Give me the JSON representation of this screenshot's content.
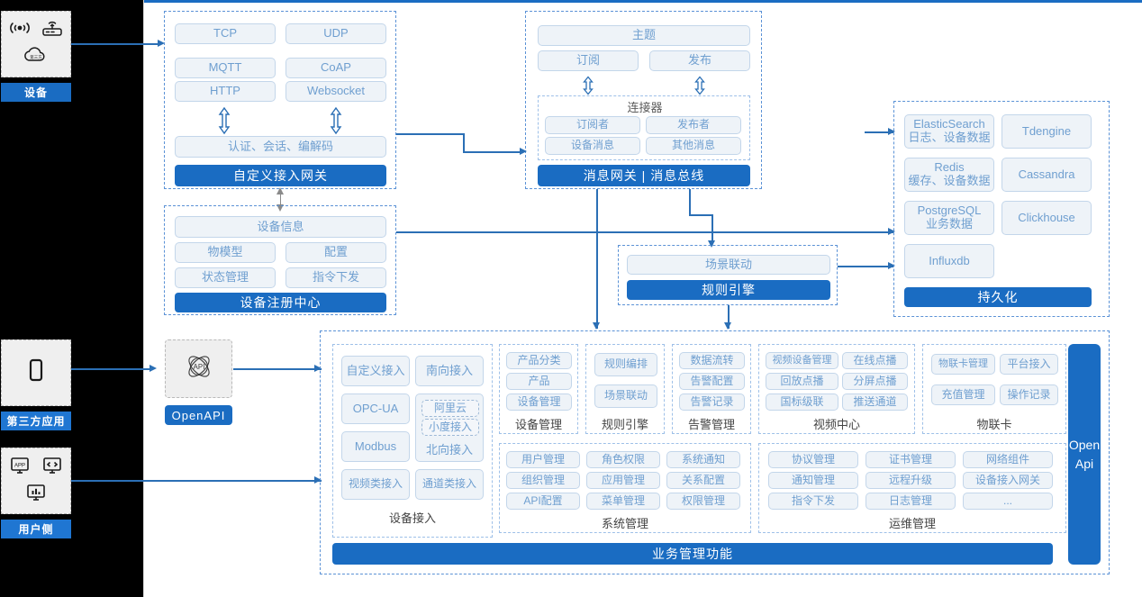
{
  "left_rail": {
    "actors": [
      {
        "name": "device",
        "label": "设备",
        "icons": [
          "signal-icon",
          "router-icon",
          "cloud-icon"
        ]
      },
      {
        "name": "third-party-app",
        "label": "第三方应用",
        "icons": [
          "mobile-icon"
        ]
      },
      {
        "name": "user-side",
        "label": "用户侧",
        "icons": [
          "app-window-icon",
          "code-window-icon",
          "dashboard-window-icon"
        ]
      }
    ]
  },
  "access_gateway": {
    "protocols": [
      "TCP",
      "UDP",
      "MQTT",
      "CoAP",
      "HTTP",
      "Websocket"
    ],
    "middle": "认证、会话、编解码",
    "title": "自定义接入网关"
  },
  "message_gateway": {
    "topic": "主题",
    "subscribe": "订阅",
    "publish": "发布",
    "connector_title": "连接器",
    "connector_items": [
      "订阅者",
      "发布者",
      "设备消息",
      "其他消息"
    ],
    "title": "消息网关 | 消息总线"
  },
  "device_registry": {
    "info": "设备信息",
    "items": [
      "物模型",
      "配置",
      "状态管理",
      "指令下发"
    ],
    "title": "设备注册中心"
  },
  "rule_engine": {
    "scene": "场景联动",
    "title": "规则引擎"
  },
  "persistence": {
    "stores": [
      {
        "name": "ElasticSearch",
        "desc": "日志、设备数据"
      },
      {
        "name": "Tdengine",
        "desc": ""
      },
      {
        "name": "Redis",
        "desc": "缓存、设备数据"
      },
      {
        "name": "Cassandra",
        "desc": ""
      },
      {
        "name": "PostgreSQL",
        "desc": "业务数据"
      },
      {
        "name": "Clickhouse",
        "desc": ""
      },
      {
        "name": "Influxdb",
        "desc": ""
      }
    ],
    "title": "持久化"
  },
  "openapi": {
    "icon": "api-atom-icon",
    "label": "OpenAPI",
    "side_bar": "Open\nApi",
    "side_bar_line1": "Open",
    "side_bar_line2": "Api"
  },
  "business": {
    "title": "业务管理功能",
    "device_access": {
      "caption": "设备接入",
      "items": [
        "自定义接入",
        "南向接入",
        "OPC-UA",
        "Modbus",
        "视频类接入",
        "通道类接入",
        "北向接入"
      ],
      "sub_items": [
        "阿里云",
        "小度接入"
      ],
      "north_label": "北向接入"
    },
    "groups": [
      {
        "caption": "设备管理",
        "items": [
          "产品分类",
          "产品",
          "设备管理"
        ]
      },
      {
        "caption": "规则引擎",
        "items": [
          "规则编排",
          "场景联动"
        ]
      },
      {
        "caption": "告警管理",
        "items": [
          "数据流转",
          "告警配置",
          "告警记录"
        ]
      },
      {
        "caption": "视频中心",
        "items": [
          "视频设备管理",
          "在线点播",
          "回放点播",
          "分屏点播",
          "国标级联",
          "推送通道"
        ]
      },
      {
        "caption": "物联卡",
        "items": [
          "物联卡管理",
          "平台接入",
          "充值管理",
          "操作记录"
        ]
      },
      {
        "caption": "系统管理",
        "items": [
          "用户管理",
          "角色权限",
          "系统通知",
          "组织管理",
          "应用管理",
          "关系配置",
          "API配置",
          "菜单管理",
          "权限管理"
        ]
      },
      {
        "caption": "运维管理",
        "items": [
          "协议管理",
          "证书管理",
          "网络组件",
          "通知管理",
          "远程升级",
          "设备接入网关",
          "指令下发",
          "日志管理",
          "..."
        ]
      }
    ]
  },
  "colors": {
    "brand_blue": "#1a6cc2",
    "line_blue": "#2b6fb5",
    "chip_border": "#c3d6ea",
    "chip_bg": "#eef3f8",
    "chip_text": "#6f9fd0",
    "rail_black": "#000000"
  }
}
